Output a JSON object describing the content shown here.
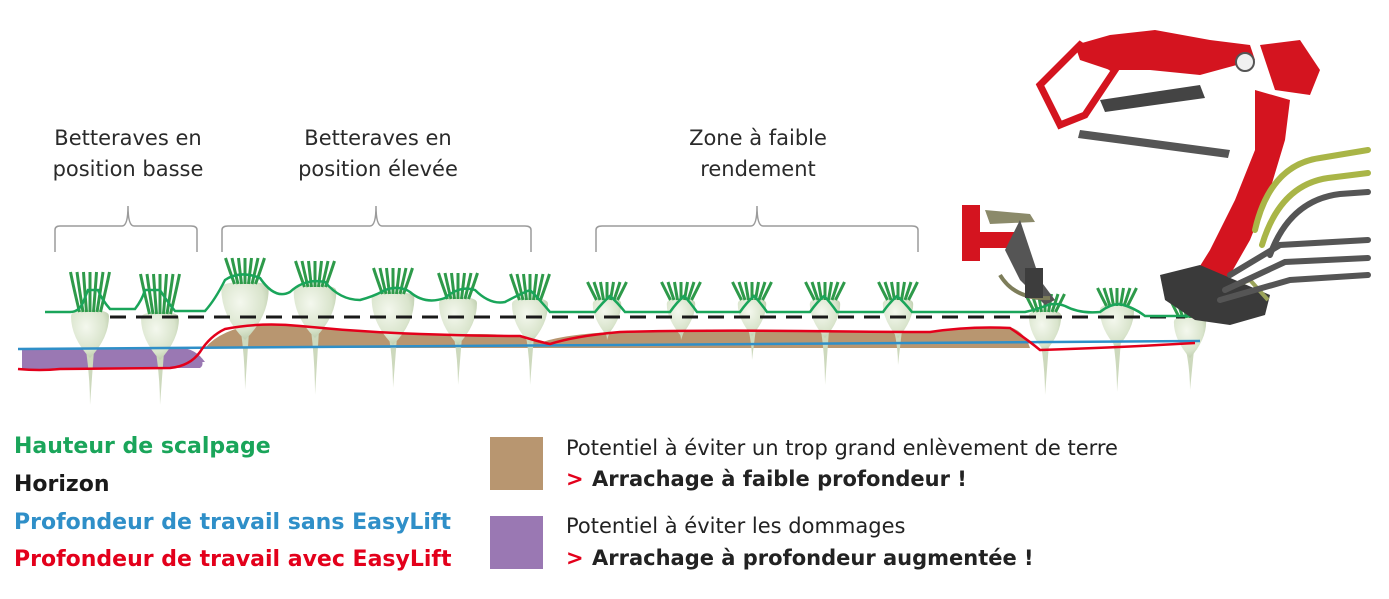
{
  "zones": [
    {
      "line1": "Betteraves en",
      "line2": "position basse"
    },
    {
      "line1": "Betteraves en",
      "line2": "position élevée"
    },
    {
      "line1": "Zone à faible",
      "line2": "rendement"
    }
  ],
  "legend": [
    {
      "label": "Hauteur de scalpage",
      "color": "#1aa55a"
    },
    {
      "label": "Horizon",
      "color": "#1a1a1a"
    },
    {
      "label": "Profondeur de travail sans EasyLift",
      "color": "#2f8fc8"
    },
    {
      "label": "Profondeur de travail avec EasyLift",
      "color": "#e3001b"
    }
  ],
  "potentials": [
    {
      "text": "Potentiel à éviter un trop grand enlèvement de terre",
      "arrow": ">",
      "result": "Arrachage à faible profondeur !",
      "color": "#b89670"
    },
    {
      "text": "Potentiel à éviter les dommages",
      "arrow": ">",
      "result": "Arrachage à profondeur augmentée !",
      "color": "#9a78b3"
    }
  ],
  "colors": {
    "machine": "#d4141f",
    "beet": "#dfe8d3",
    "leaves": "#2e9a4a",
    "grey_bracket": "#9b9b9b"
  }
}
